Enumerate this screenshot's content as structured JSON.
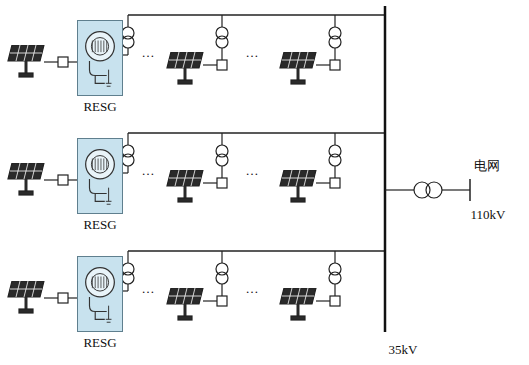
{
  "diagram": {
    "nodes": [
      {
        "text": [
          "RESG"
        ]
      },
      {
        "text": [
          "RESG"
        ]
      },
      {
        "text": [
          "RESG"
        ]
      }
    ],
    "labels": [
      "…",
      "…",
      "…",
      "…",
      "…",
      "…",
      "35kV",
      "电网",
      "110kV"
    ]
  }
}
